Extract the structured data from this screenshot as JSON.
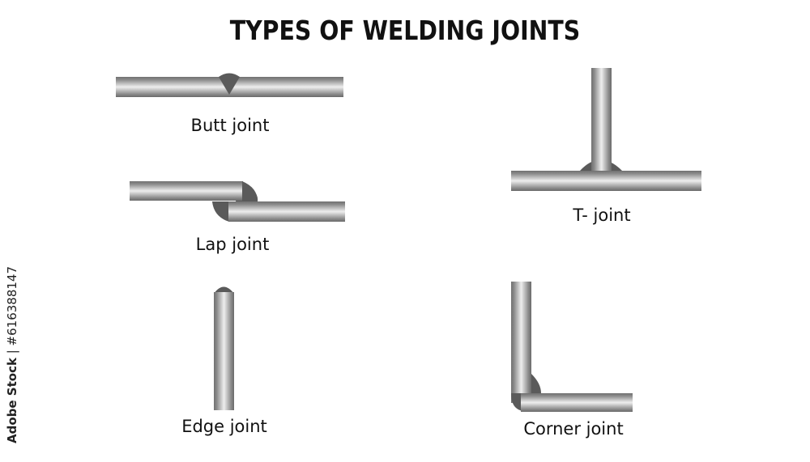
{
  "title": "TYPES OF WELDING JOINTS",
  "joints": {
    "butt": "Butt joint",
    "tee": "T- joint",
    "lap": "Lap joint",
    "edge": "Edge joint",
    "corner": "Corner joint"
  },
  "stock": {
    "brand": "Adobe Stock",
    "separator": "|",
    "id": "#616388147"
  },
  "colors": {
    "weld": "#5a5a5a",
    "metal_dark": "#7a7a7a",
    "metal_light": "#ebebeb",
    "text": "#111111"
  }
}
